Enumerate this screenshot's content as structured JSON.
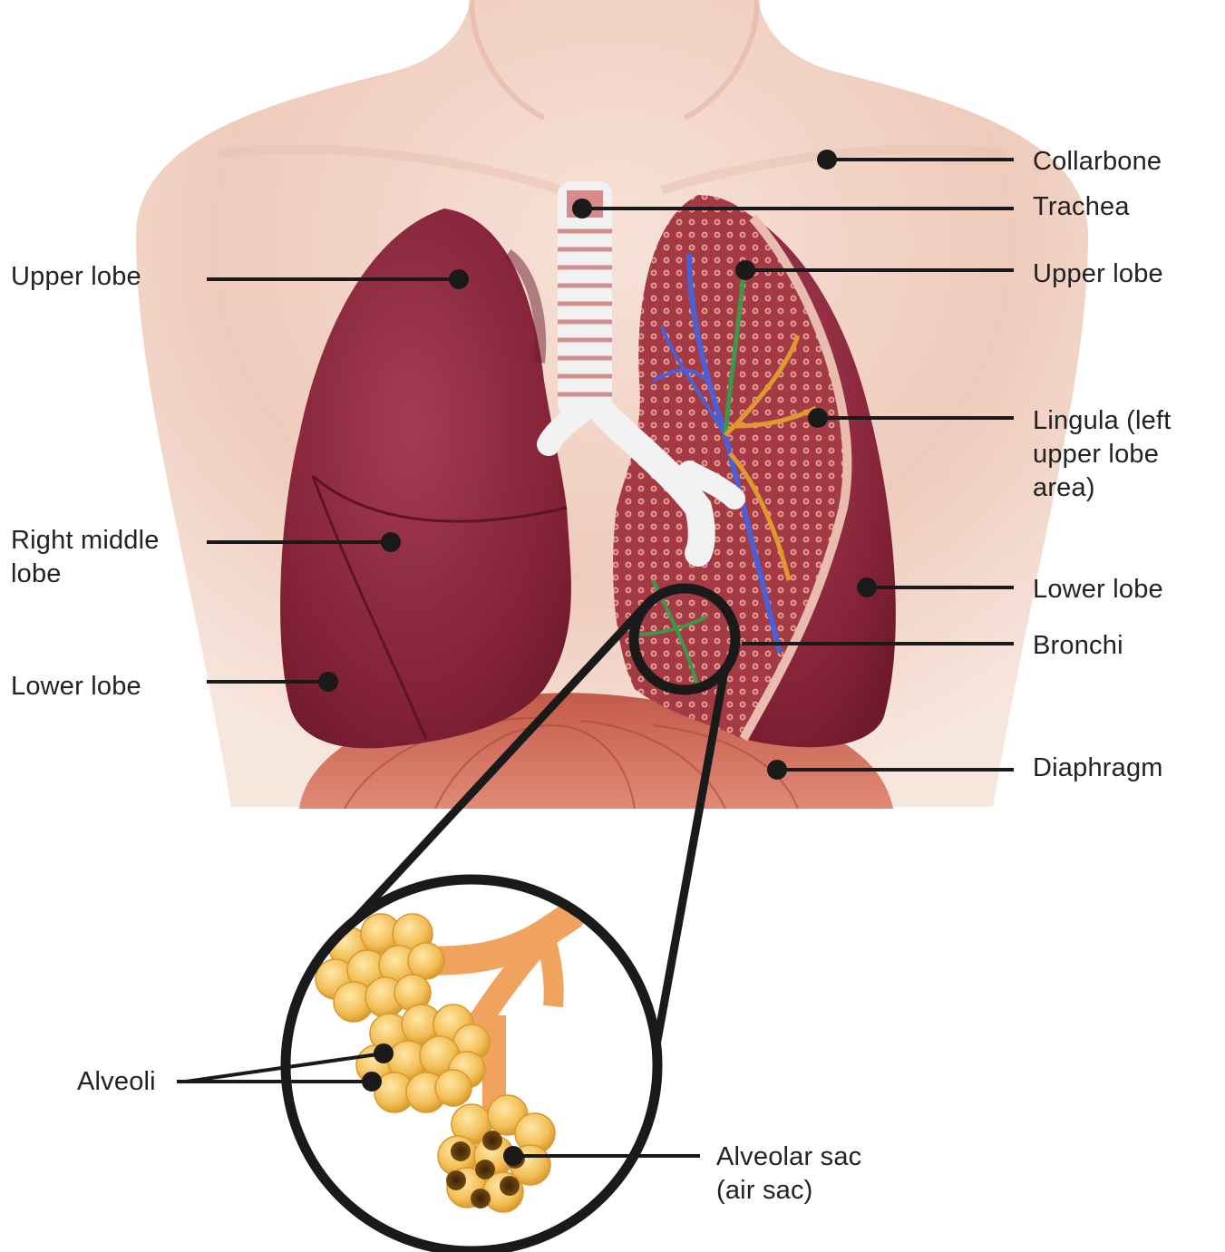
{
  "labels": {
    "collarbone": "Collarbone",
    "trachea": "Trachea",
    "upper_lobe_right_side": "Upper lobe",
    "upper_lobe_left_side": "Upper lobe",
    "lingula": "Lingula (left\nupper lobe\narea)",
    "right_middle_lobe": "Right middle\nlobe",
    "lower_lobe_left_side": "Lower lobe",
    "lower_lobe_right_side": "Lower lobe",
    "bronchi": "Bronchi",
    "diaphragm": "Diaphragm",
    "alveoli": "Alveoli",
    "alveolar_sac": "Alveolar sac\n(air sac)"
  },
  "colors": {
    "skin": "#f1d2c4",
    "lung": "#8e2a3f",
    "diaphragm": "#c8604e",
    "alveoli": "#f2bd55",
    "bronchiole": "#f0a35d",
    "leader_line": "#1a1a1a",
    "text": "#222222"
  }
}
